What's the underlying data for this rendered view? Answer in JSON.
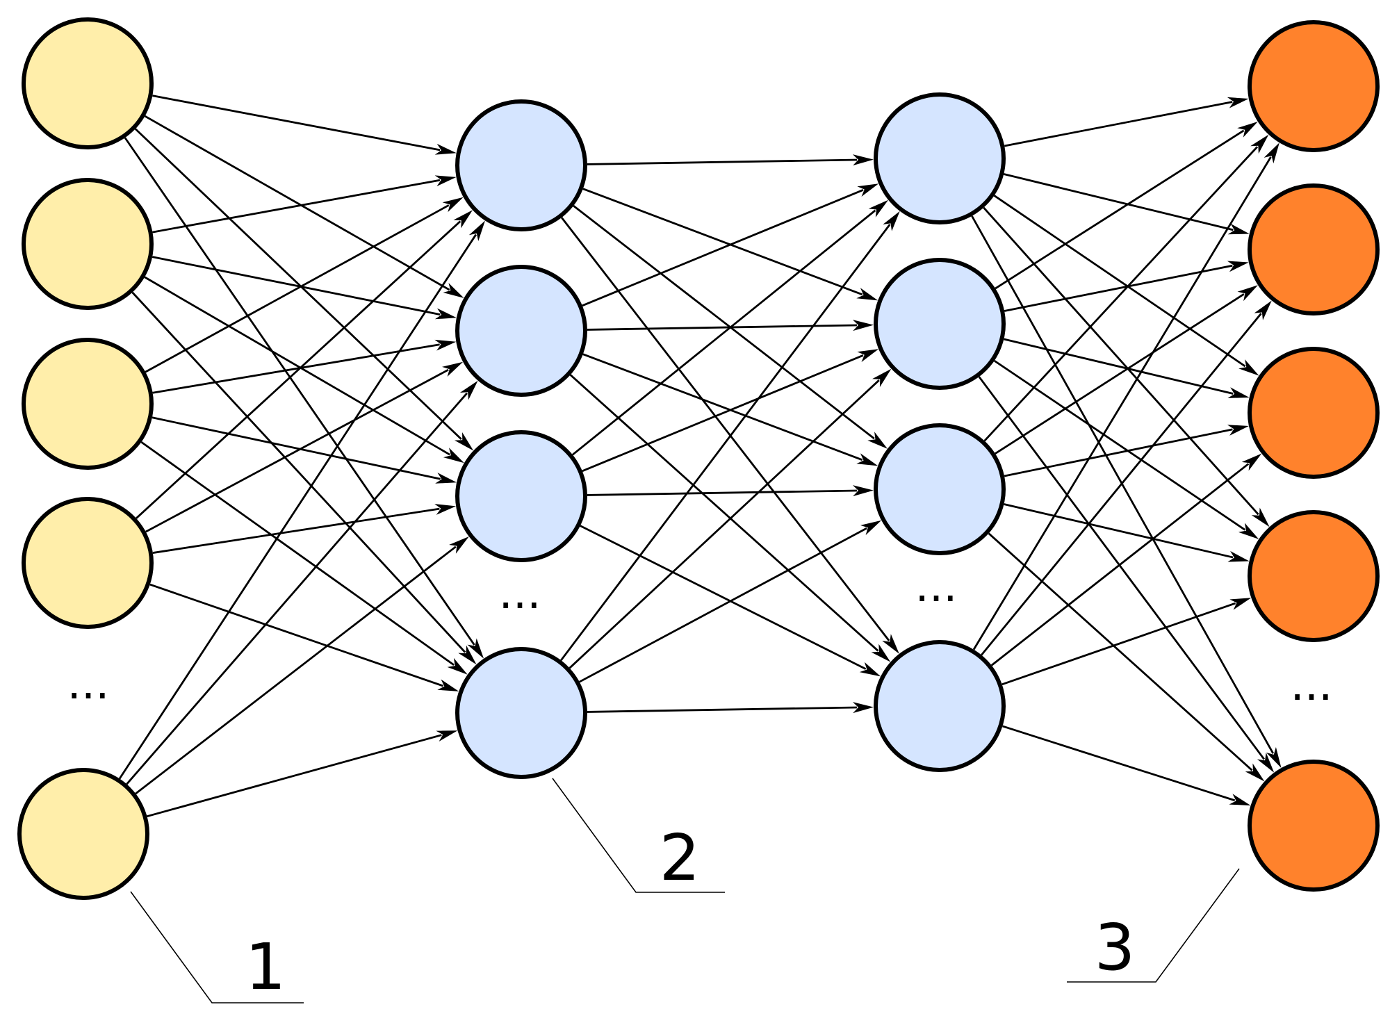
{
  "colors": {
    "input": "#FFEEAA",
    "hidden": "#D5E5FF",
    "output": "#FF822C",
    "stroke": "#000000",
    "background": "#FFFFFF"
  },
  "layers": [
    {
      "kind": "input",
      "node_count": 5
    },
    {
      "kind": "hidden",
      "node_count": 4
    },
    {
      "kind": "hidden",
      "node_count": 4
    },
    {
      "kind": "output",
      "node_count": 5
    }
  ],
  "connections": "fully-connected between adjacent layers, directed left to right",
  "ellipsis": "...",
  "callouts": [
    {
      "label": "1",
      "points_to": "input layer"
    },
    {
      "label": "2",
      "points_to": "hidden layer"
    },
    {
      "label": "3",
      "points_to": "output layer"
    }
  ]
}
